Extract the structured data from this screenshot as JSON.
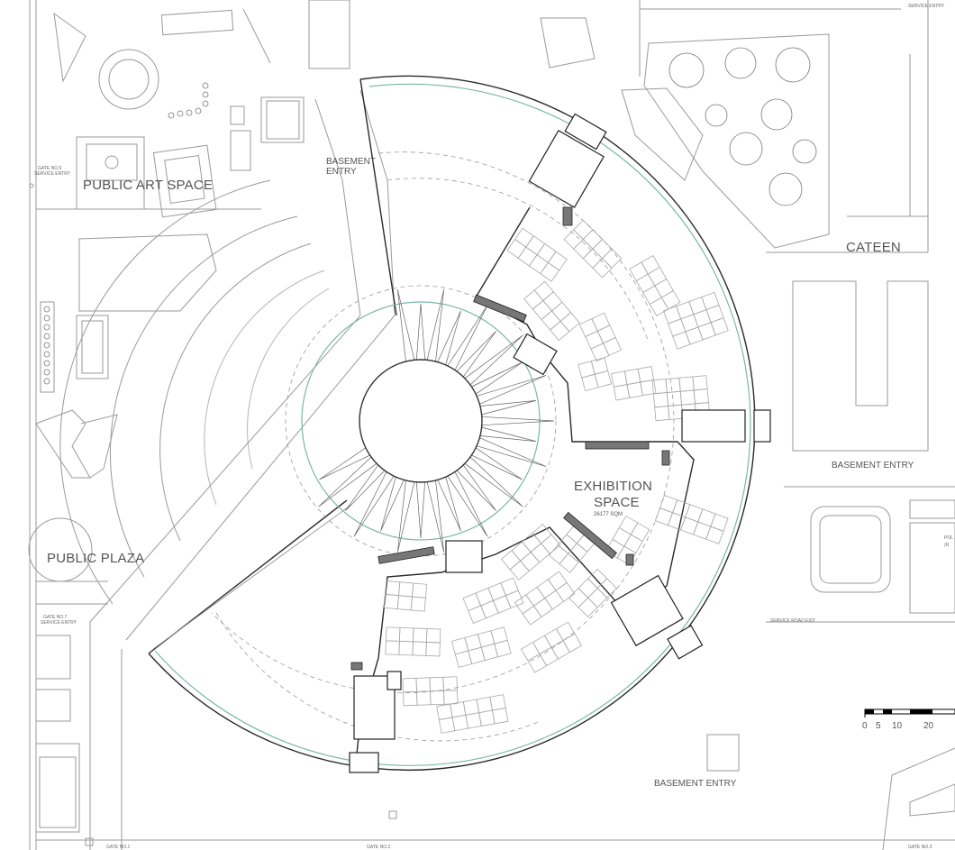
{
  "labels": {
    "exhibition_title_line1": "EXHIBITION",
    "exhibition_title_line2": "SPACE",
    "exhibition_area": "26177 SQM",
    "public_art_space": "PUBLIC ART SPACE",
    "public_plaza": "PUBLIC PLAZA",
    "cateen": "CATEEN",
    "basement_entry_top_line1": "BASEMENT",
    "basement_entry_top_line2": "ENTRY",
    "basement_entry_right": "BASEMENT ENTRY",
    "basement_entry_bottom": "BASEMENT ENTRY",
    "service_road_exit": "SERVICE ROAD EXIT",
    "service_entry_top_right": "SERVICE ENTRY",
    "gate_6_line1": "GATE NO.6",
    "gate_6_line2": "SERVICE ENTRY",
    "gate_7_line1": "GATE NO.7",
    "gate_7_line2": "SERVICE ENTRY",
    "gate_1": "GATE NO.1",
    "gate_2": "GATE NO.2",
    "gate_3": "GATE NO.3",
    "right_edge_partial_1": "POL",
    "right_edge_partial_2": "(R"
  },
  "scale_bar": {
    "ticks": [
      "0",
      "5",
      "10",
      "20"
    ]
  },
  "colors": {
    "linework": "#9a9a9a",
    "structure": "#2a2a2a",
    "accent_line": "#79b8a9",
    "text": "#555555"
  }
}
